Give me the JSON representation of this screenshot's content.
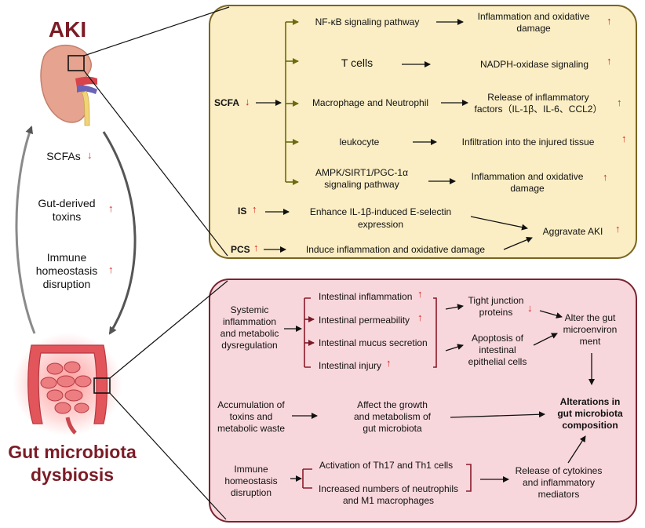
{
  "left": {
    "aki_title": "AKI",
    "dysbiosis_title_1": "Gut microbiota",
    "dysbiosis_title_2": "dysbiosis",
    "scfas": "SCFAs",
    "toxins_1": "Gut-derived",
    "toxins_2": "toxins",
    "immune_1": "Immune",
    "immune_2": "homeostasis",
    "immune_3": "disruption"
  },
  "top": {
    "scfa_label": "SCFA",
    "is_label": "IS",
    "pcs_label": "PCS",
    "rows": [
      {
        "source": "NF-κB signaling pathway",
        "effect_1": "Inflammation and oxidative",
        "effect_2": "damage"
      },
      {
        "source": "T cells",
        "effect_1": "NADPH-oxidase signaling"
      },
      {
        "source": "Macrophage and Neutrophil",
        "effect_1": "Release of inflammatory",
        "effect_2": "factors（IL-1β、IL-6、CCL2）"
      },
      {
        "source": "leukocyte",
        "effect_1": "Infiltration into the injured tissue"
      },
      {
        "source_1": "AMPK/SIRT1/PGC-1α",
        "source_2": "signaling pathway",
        "effect_1": "Inflammation and oxidative",
        "effect_2": "damage"
      }
    ],
    "is_effect_1": "Enhance IL-1β-induced E-selectin",
    "is_effect_2": "expression",
    "pcs_effect": "Induce inflammation and oxidative damage",
    "outcome": "Aggravate AKI"
  },
  "bottom": {
    "systemic": [
      "Systemic",
      "inflammation",
      "and metabolic",
      "dysregulation"
    ],
    "intestinal": [
      "Intestinal inflammation",
      "Intestinal permeability",
      "Intestinal mucus secretion",
      "Intestinal injury"
    ],
    "tight": [
      "Tight junction",
      "proteins"
    ],
    "apoptosis": [
      "Apoptosis of",
      "intestinal",
      "epithelial cells"
    ],
    "alter": [
      "Alter the gut",
      "microenviron",
      "ment"
    ],
    "accumulation": [
      "Accumulation of",
      "toxins and",
      "metabolic waste"
    ],
    "affect": [
      "Affect the growth",
      "and metabolism of",
      "gut microbiota"
    ],
    "alterations": [
      "Alterations in",
      "gut microbiota",
      "composition"
    ],
    "immune": [
      "Immune",
      "homeostasis",
      "disruption"
    ],
    "activation": "Activation of Th17 and Th1 cells",
    "neutrophils": [
      "Increased numbers of neutrophils",
      "and M1 macrophages"
    ],
    "release": [
      "Release of cytokines",
      "and inflammatory",
      "mediators"
    ]
  },
  "symbols": {
    "up": "↑",
    "down": "↓"
  },
  "colors": {
    "top_panel": "#fbeec4",
    "top_border": "#7a6420",
    "bottom_panel": "#f8d7dc",
    "bottom_border": "#7a2431",
    "title": "#7b1c26",
    "arrow_red": "#d9231f",
    "bracket_olive": "#7a7a1a",
    "bracket_red": "#8b1a2a"
  }
}
